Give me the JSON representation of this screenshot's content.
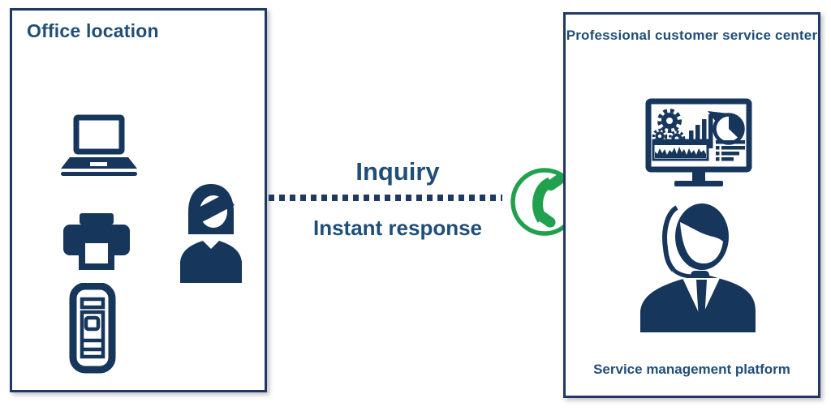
{
  "colors": {
    "navy_icon": "#16365C",
    "navy_border": "#1F3864",
    "text_blue": "#1F4E79",
    "green": "#21A04D",
    "background": "#FFFFFF"
  },
  "left_panel": {
    "title": "Office location",
    "icons": [
      "laptop-icon",
      "printer-icon",
      "terminal-icon",
      "office-worker-icon"
    ]
  },
  "connection": {
    "top_label": "Inquiry",
    "bottom_label": "Instant response",
    "line_style": "dotted",
    "icon": "phone-icon"
  },
  "right_panel": {
    "title": "Professional customer service center",
    "caption": "Service management platform",
    "icons": [
      "dashboard-monitor-icon",
      "support-agent-icon"
    ]
  }
}
